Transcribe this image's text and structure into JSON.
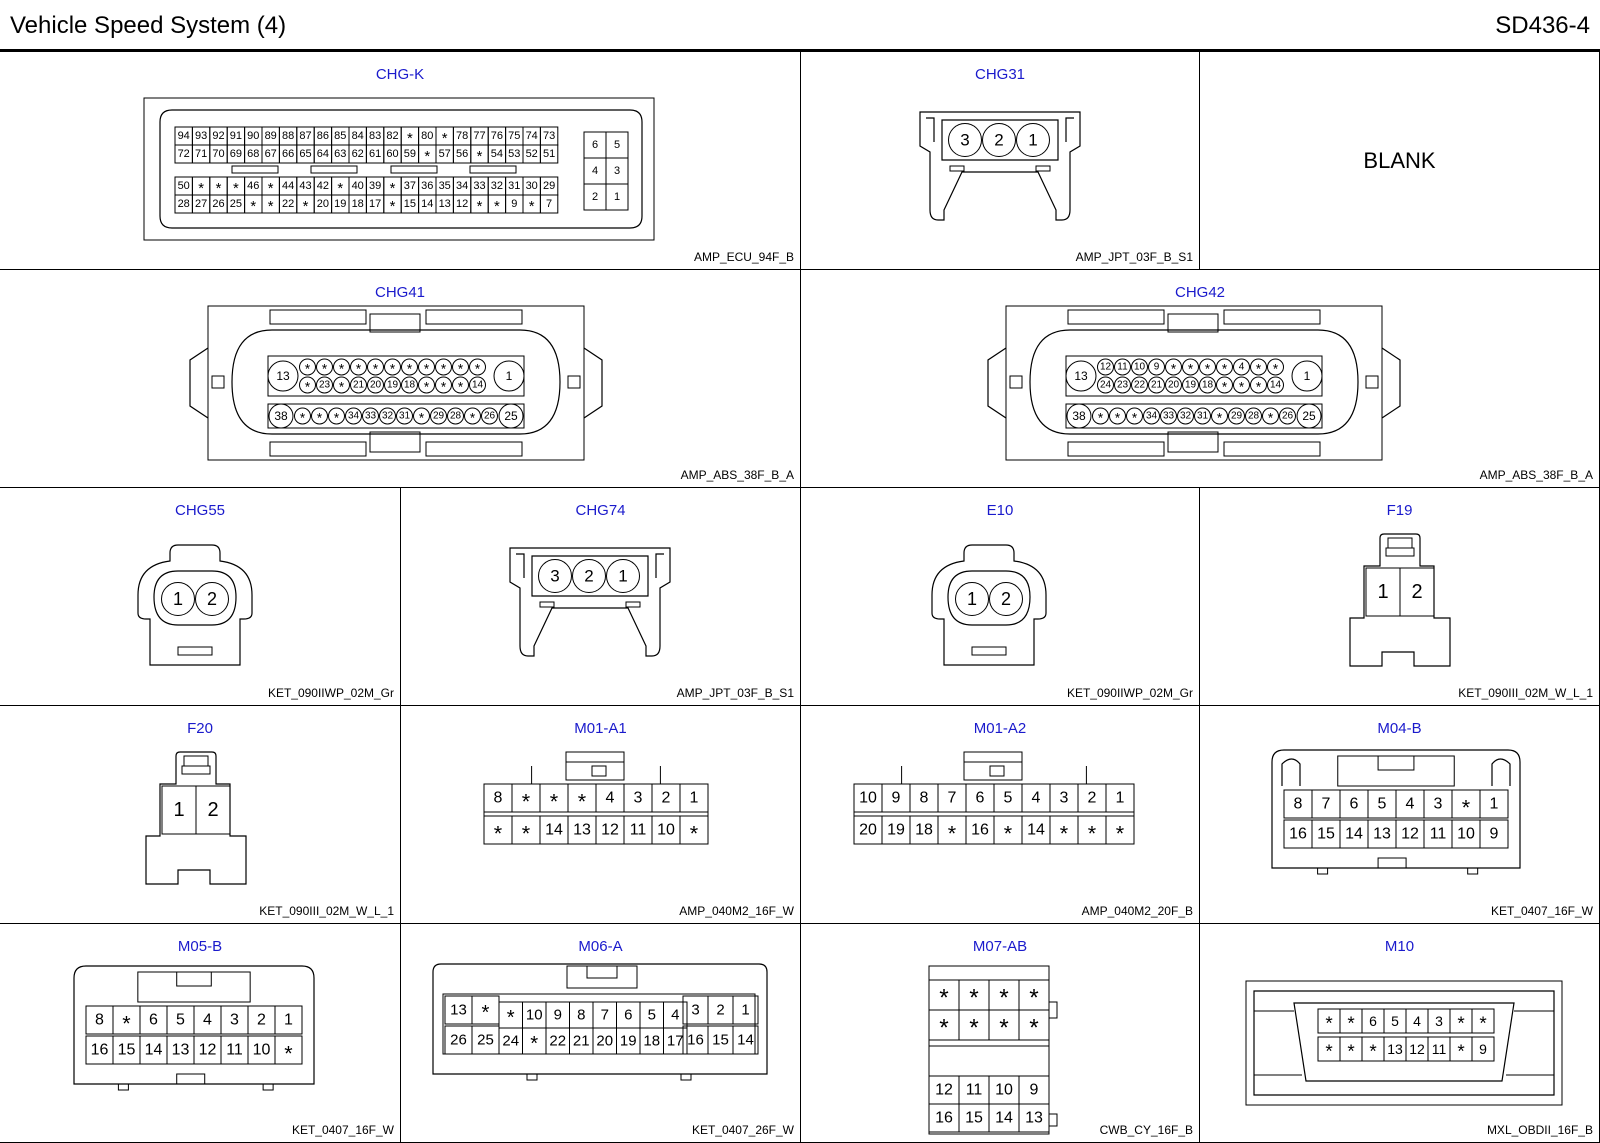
{
  "header": {
    "title": "Vehicle Speed System (4)",
    "page": "SD436-4"
  },
  "blank_label": "BLANK",
  "connectors": {
    "chgk": {
      "name": "CHG-K",
      "type": "AMP_ECU_94F_B"
    },
    "chg31": {
      "name": "CHG31",
      "type": "AMP_JPT_03F_B_S1"
    },
    "chg41": {
      "name": "CHG41",
      "type": "AMP_ABS_38F_B_A"
    },
    "chg42": {
      "name": "CHG42",
      "type": "AMP_ABS_38F_B_A"
    },
    "chg55": {
      "name": "CHG55",
      "type": "KET_090IIWP_02M_Gr"
    },
    "chg74": {
      "name": "CHG74",
      "type": "AMP_JPT_03F_B_S1"
    },
    "e10": {
      "name": "E10",
      "type": "KET_090IIWP_02M_Gr"
    },
    "f19": {
      "name": "F19",
      "type": "KET_090III_02M_W_L_1"
    },
    "f20": {
      "name": "F20",
      "type": "KET_090III_02M_W_L_1"
    },
    "m01a1": {
      "name": "M01-A1",
      "type": "AMP_040M2_16F_W"
    },
    "m01a2": {
      "name": "M01-A2",
      "type": "AMP_040M2_20F_B"
    },
    "m04b": {
      "name": "M04-B",
      "type": "KET_0407_16F_W"
    },
    "m05b": {
      "name": "M05-B",
      "type": "KET_0407_16F_W"
    },
    "m06a": {
      "name": "M06-A",
      "type": "KET_0407_26F_W"
    },
    "m07ab": {
      "name": "M07-AB",
      "type": "CWB_CY_16F_B"
    },
    "m10": {
      "name": "M10",
      "type": "MXL_OBDII_16F_B"
    }
  },
  "pins": {
    "chgk_r1": [
      "94",
      "93",
      "92",
      "91",
      "90",
      "89",
      "88",
      "87",
      "86",
      "85",
      "84",
      "83",
      "82",
      "*",
      "80",
      "*",
      "78",
      "77",
      "76",
      "75",
      "74",
      "73"
    ],
    "chgk_r2": [
      "72",
      "71",
      "70",
      "69",
      "68",
      "67",
      "66",
      "65",
      "64",
      "63",
      "62",
      "61",
      "60",
      "59",
      "*",
      "57",
      "56",
      "*",
      "54",
      "53",
      "52",
      "51"
    ],
    "chgk_r3": [
      "50",
      "*",
      "*",
      "*",
      "46",
      "*",
      "44",
      "43",
      "42",
      "*",
      "40",
      "39",
      "*",
      "37",
      "36",
      "35",
      "34",
      "33",
      "32",
      "31",
      "30",
      "29"
    ],
    "chgk_r4": [
      "28",
      "27",
      "26",
      "25",
      "*",
      "*",
      "22",
      "*",
      "20",
      "19",
      "18",
      "17",
      "*",
      "15",
      "14",
      "13",
      "12",
      "*",
      "*",
      "9",
      "*",
      "7"
    ],
    "chgk_side": [
      [
        "6",
        "5"
      ],
      [
        "4",
        "3"
      ],
      [
        "2",
        "1"
      ]
    ],
    "chg31": [
      "3",
      "2",
      "1"
    ],
    "chg41_big": [
      "13",
      "1",
      "38",
      "25"
    ],
    "chg41_r1": [
      "*",
      "*",
      "*",
      "*",
      "*",
      "*",
      "*",
      "*",
      "*",
      "*",
      "*"
    ],
    "chg41_r2": [
      "*",
      "23",
      "*",
      "21",
      "20",
      "19",
      "18",
      "*",
      "*",
      "*",
      "14"
    ],
    "chg41_r3": [
      "*",
      "*",
      "*",
      "34",
      "33",
      "32",
      "31",
      "*",
      "29",
      "28",
      "*",
      "26"
    ],
    "chg42_big": [
      "13",
      "1",
      "38",
      "25"
    ],
    "chg42_r1": [
      "12",
      "11",
      "10",
      "9",
      "*",
      "*",
      "*",
      "*",
      "4",
      "*",
      "*"
    ],
    "chg42_r2": [
      "24",
      "23",
      "22",
      "21",
      "20",
      "19",
      "18",
      "*",
      "*",
      "*",
      "14"
    ],
    "chg42_r3": [
      "*",
      "*",
      "*",
      "34",
      "33",
      "32",
      "31",
      "*",
      "29",
      "28",
      "*",
      "26"
    ],
    "chg55": [
      "1",
      "2"
    ],
    "chg74": [
      "3",
      "2",
      "1"
    ],
    "e10": [
      "1",
      "2"
    ],
    "f19": [
      "1",
      "2"
    ],
    "f20": [
      "1",
      "2"
    ],
    "m01a1_r1": [
      "8",
      "*",
      "*",
      "*",
      "4",
      "3",
      "2",
      "1"
    ],
    "m01a1_r2": [
      "*",
      "*",
      "14",
      "13",
      "12",
      "11",
      "10",
      "*"
    ],
    "m01a2_r1": [
      "10",
      "9",
      "8",
      "7",
      "6",
      "5",
      "4",
      "3",
      "2",
      "1"
    ],
    "m01a2_r2": [
      "20",
      "19",
      "18",
      "*",
      "16",
      "*",
      "14",
      "*",
      "*",
      "*"
    ],
    "m04b_r1": [
      "8",
      "7",
      "6",
      "5",
      "4",
      "3",
      "*",
      "1"
    ],
    "m04b_r2": [
      "16",
      "15",
      "14",
      "13",
      "12",
      "11",
      "10",
      "9"
    ],
    "m05b_r1": [
      "8",
      "*",
      "6",
      "5",
      "4",
      "3",
      "2",
      "1"
    ],
    "m05b_r2": [
      "16",
      "15",
      "14",
      "13",
      "12",
      "11",
      "10",
      "*"
    ],
    "m06a_l": [
      "13",
      "*",
      "26",
      "25"
    ],
    "m06a_m1": [
      "*",
      "10",
      "9",
      "8",
      "7",
      "6",
      "5",
      "4"
    ],
    "m06a_m2": [
      "24",
      "*",
      "22",
      "21",
      "20",
      "19",
      "18",
      "17"
    ],
    "m06a_r": [
      "3",
      "2",
      "1",
      "16",
      "15",
      "14"
    ],
    "m07ab_r1": [
      "*",
      "*",
      "*",
      "*"
    ],
    "m07ab_r2": [
      "*",
      "*",
      "*",
      "*"
    ],
    "m07ab_r3": [
      "12",
      "11",
      "10",
      "9"
    ],
    "m07ab_r4": [
      "16",
      "15",
      "14",
      "13"
    ],
    "m10_r1": [
      "*",
      "*",
      "6",
      "5",
      "4",
      "3",
      "*",
      "*"
    ],
    "m10_r2": [
      "*",
      "*",
      "*",
      "13",
      "12",
      "11",
      "*",
      "9"
    ]
  }
}
